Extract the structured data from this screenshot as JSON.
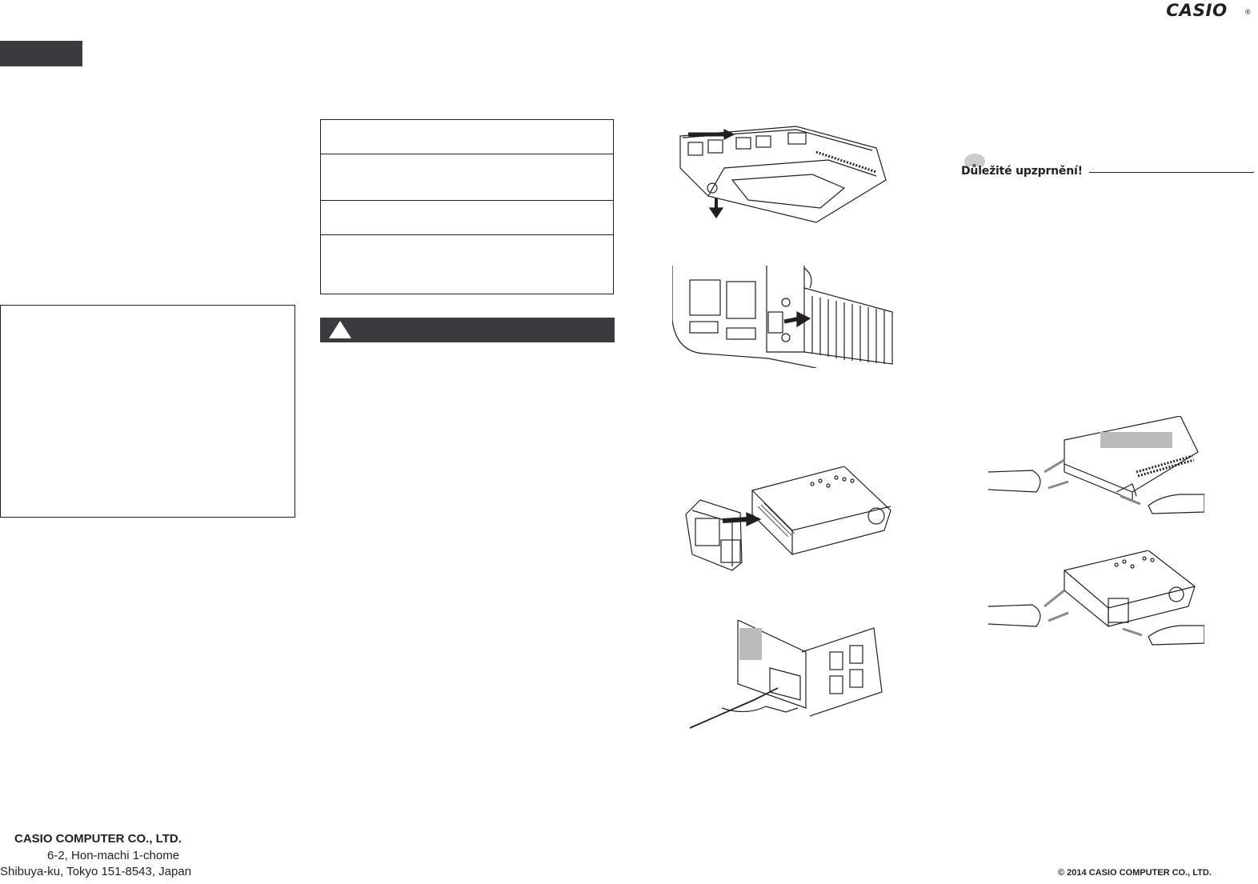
{
  "header": {
    "brand": "CASIO",
    "registered_mark": "®"
  },
  "notice": {
    "title": "Důležité upzprnění!"
  },
  "footer": {
    "company_name": "CASIO COMPUTER CO., LTD.",
    "address_line_1": "6-2, Hon-machi 1-chome",
    "address_line_2": "Shibuya-ku, Tokyo 151-8543, Japan",
    "copyright": "© 2014 CASIO COMPUTER CO., LTD."
  },
  "colors": {
    "dark_bar": "#3b3b3f",
    "ink": "#231f20"
  }
}
